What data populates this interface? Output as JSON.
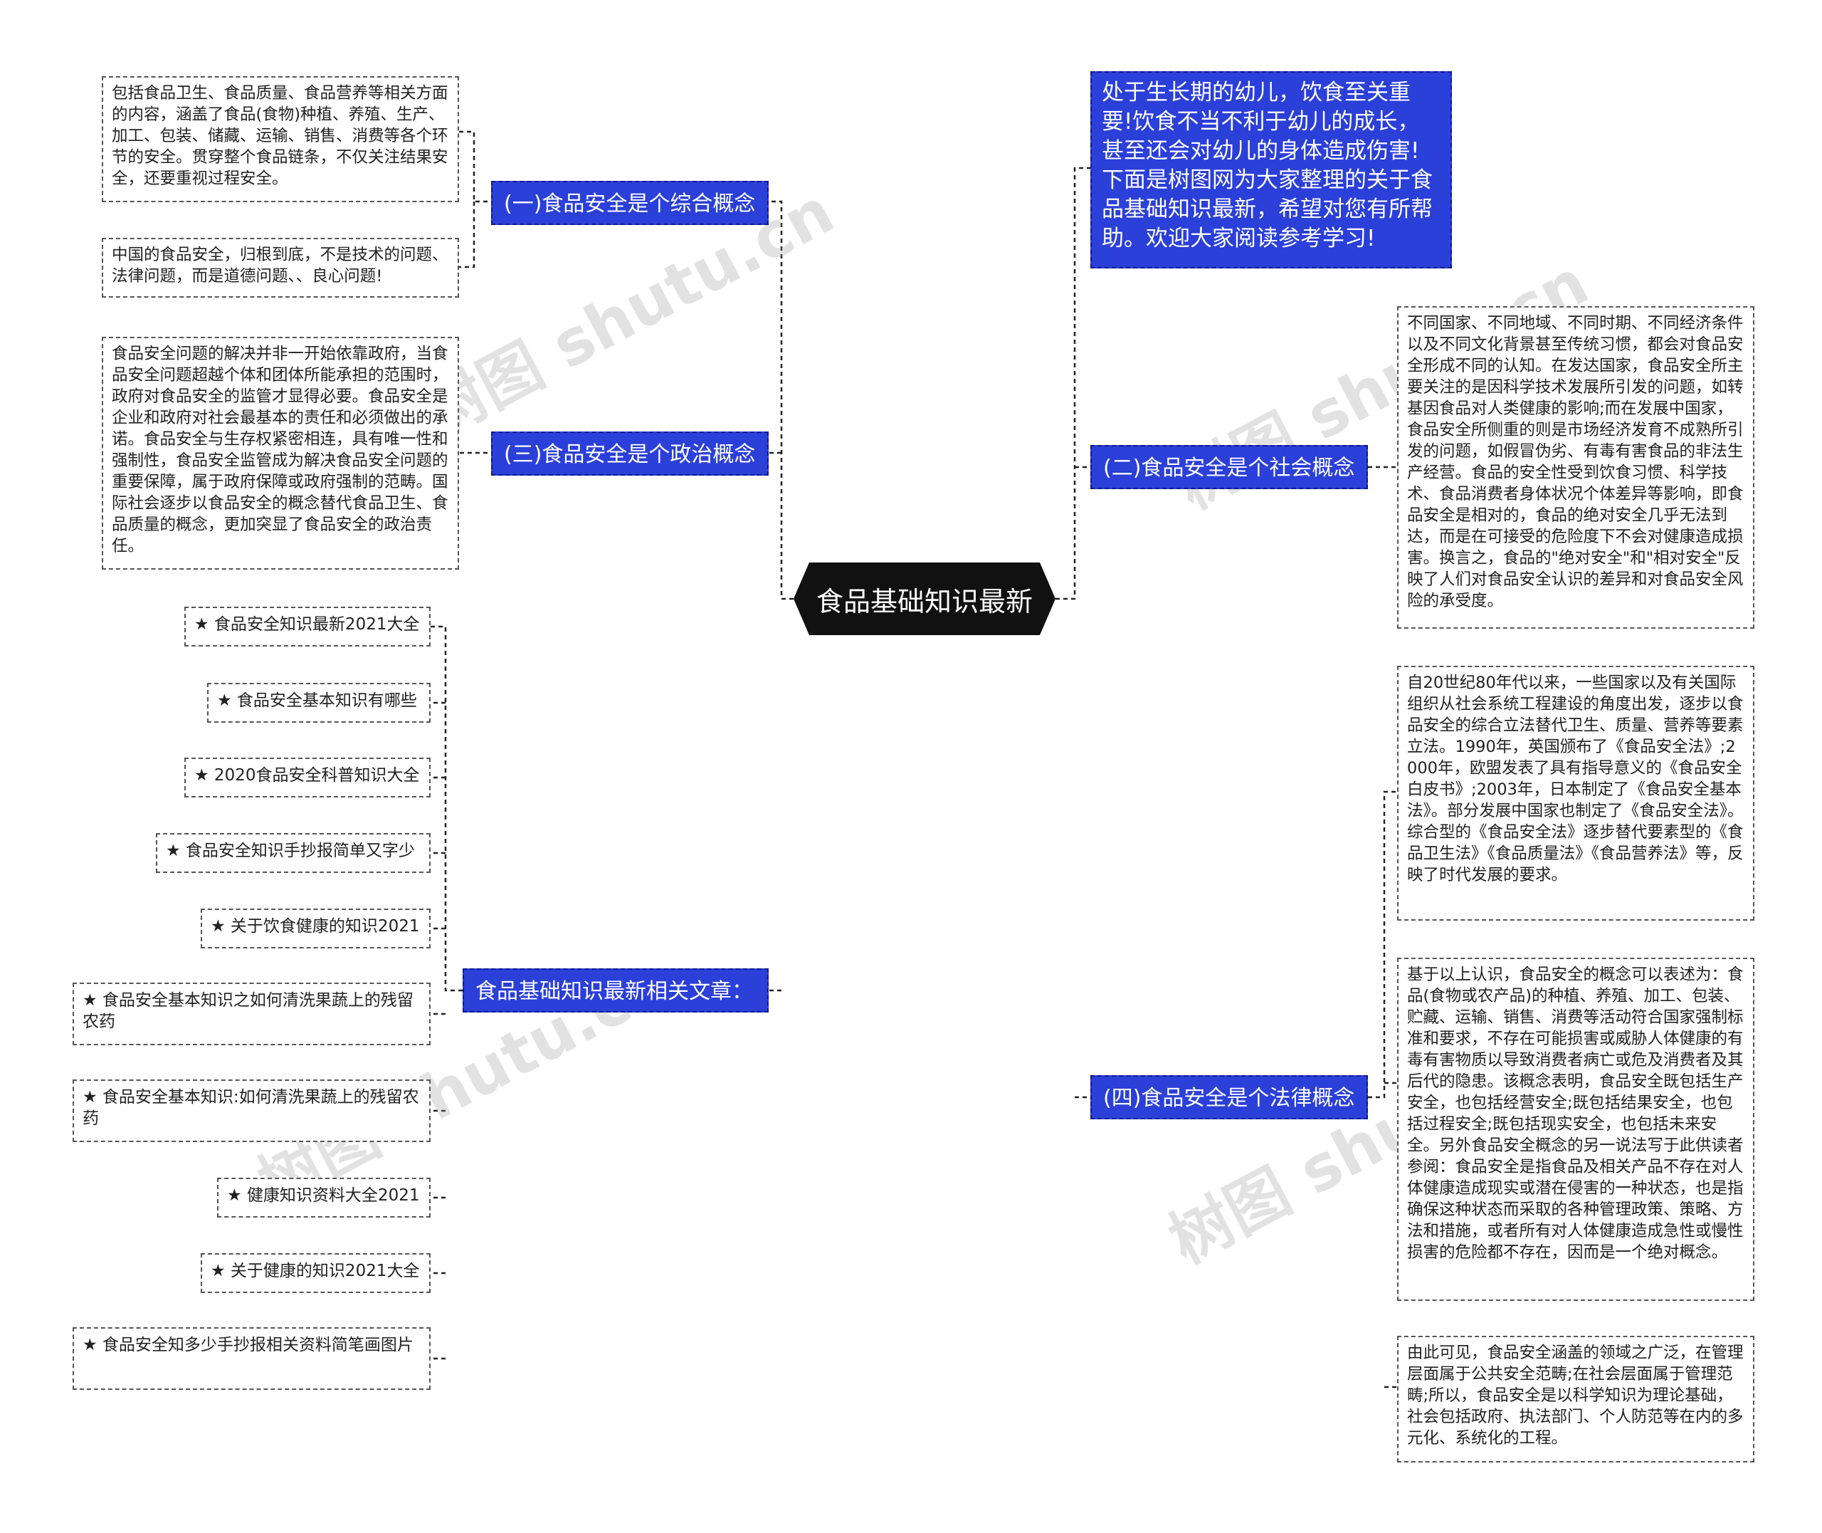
{
  "center": {
    "label": "食品基础知识最新"
  },
  "intro": "处于生长期的幼儿，饮食至关重要!饮食不当不利于幼儿的成长，甚至还会对幼儿的身体造成伤害!下面是树图网为大家整理的关于食品基础知识最新，希望对您有所帮助。欢迎大家阅读参考学习!",
  "left": {
    "topic1": {
      "label": "(一)食品安全是个综合概念",
      "notes": [
        "包括食品卫生、食品质量、食品营养等相关方面的内容，涵盖了食品(食物)种植、养殖、生产、加工、包装、储藏、运输、销售、消费等各个环节的安全。贯穿整个食品链条，不仅关注结果安全，还要重视过程安全。",
        "中国的食品安全，归根到底，不是技术的问题、法律问题，而是道德问题、、良心问题!"
      ]
    },
    "topic3": {
      "label": "(三)食品安全是个政治概念",
      "note": "食品安全问题的解决并非一开始依靠政府，当食品安全问题超越个体和团体所能承担的范围时，政府对食品安全的监管才显得必要。食品安全是企业和政府对社会最基本的责任和必须做出的承诺。食品安全与生存权紧密相连，具有唯一性和强制性，食品安全监管成为解决食品安全问题的重要保障，属于政府保障或政府强制的范畴。国际社会逐步以食品安全的概念替代食品卫生、食品质量的概念，更加突显了食品安全的政治责任。"
    },
    "related": {
      "label": "食品基础知识最新相关文章：",
      "articles": [
        "★ 食品安全知识最新2021大全",
        "★ 食品安全基本知识有哪些",
        "★ 2020食品安全科普知识大全",
        "★ 食品安全知识手抄报简单又字少",
        "★ 关于饮食健康的知识2021",
        "★ 食品安全基本知识之如何清洗果蔬上的残留农药",
        "★ 食品安全基本知识:如何清洗果蔬上的残留农药",
        "★ 健康知识资料大全2021",
        "★ 关于健康的知识2021大全",
        "★ 食品安全知多少手抄报相关资料简笔画图片"
      ]
    }
  },
  "right": {
    "topic2": {
      "label": "(二)食品安全是个社会概念",
      "note": "不同国家、不同地域、不同时期、不同经济条件以及不同文化背景甚至传统习惯，都会对食品安全形成不同的认知。在发达国家，食品安全所主要关注的是因科学技术发展所引发的问题，如转基因食品对人类健康的影响;而在发展中国家，食品安全所侧重的则是市场经济发育不成熟所引发的问题，如假冒伪劣、有毒有害食品的非法生产经营。食品的安全性受到饮食习惯、科学技术、食品消费者身体状况个体差异等影响，即食品安全是相对的，食品的绝对安全几乎无法到达，而是在可接受的危险度下不会对健康造成损害。换言之，食品的\"绝对安全\"和\"相对安全\"反映了人们对食品安全认识的差异和对食品安全风险的承受度。"
    },
    "topic4": {
      "label": "(四)食品安全是个法律概念",
      "notes": [
        "自20世纪80年代以来，一些国家以及有关国际组织从社会系统工程建设的角度出发，逐步以食品安全的综合立法替代卫生、质量、营养等要素立法。1990年，英国颁布了《食品安全法》;2000年，欧盟发表了具有指导意义的《食品安全白皮书》;2003年，日本制定了《食品安全基本法》。部分发展中国家也制定了《食品安全法》。综合型的《食品安全法》逐步替代要素型的《食品卫生法》《食品质量法》《食品营养法》等，反映了时代发展的要求。",
        "基于以上认识，食品安全的概念可以表述为：食品(食物或农产品)的种植、养殖、加工、包装、贮藏、运输、销售、消费等活动符合国家强制标准和要求，不存在可能损害或威胁人体健康的有毒有害物质以导致消费者病亡或危及消费者及其后代的隐患。该概念表明，食品安全既包括生产安全，也包括经营安全;既包括结果安全，也包括过程安全;既包括现实安全，也包括未来安全。另外食品安全概念的另一说法写于此供读者参阅：食品安全是指食品及相关产品不存在对人体健康造成现实或潜在侵害的一种状态，也是指确保这种状态而采取的各种管理政策、策略、方法和措施，或者所有对人体健康造成急性或慢性损害的危险都不存在，因而是一个绝对概念。",
        "由此可见，食品安全涵盖的领域之广泛，在管理层面属于公共安全范畴;在社会层面属于管理范畴;所以，食品安全是以科学知识为理论基础，社会包括政府、执法部门、个人防范等在内的多元化、系统化的工程。"
      ]
    }
  },
  "watermark": "树图 shutu.cn"
}
